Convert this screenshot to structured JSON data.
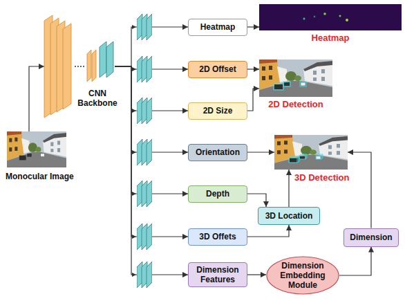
{
  "diagram": {
    "nodes": [
      {
        "text": [
          "CNN Backbone"
        ]
      },
      {
        "text": [
          "Monocular Image"
        ]
      },
      {
        "text": [
          "Heatmap"
        ]
      },
      {
        "text": [
          "Heatmap"
        ]
      },
      {
        "text": [
          "2D Offset"
        ]
      },
      {
        "text": [
          "2D Detection"
        ]
      },
      {
        "text": [
          "2D Size"
        ]
      },
      {
        "text": [
          "Orientation"
        ]
      },
      {
        "text": [
          "3D Detection"
        ]
      },
      {
        "text": [
          "Depth"
        ]
      },
      {
        "text": [
          "3D Location"
        ]
      },
      {
        "text": [
          "3D Offets"
        ]
      },
      {
        "text": [
          "Dimension"
        ]
      },
      {
        "text": [
          "Dimension Features"
        ]
      },
      {
        "text": [
          "Dimension Embedding Module"
        ]
      }
    ],
    "edges": [
      {
        "from": 1,
        "to": 0,
        "arrow": "to"
      },
      {
        "from": 0,
        "to": 2,
        "arrow": "to"
      },
      {
        "from": 0,
        "to": 4,
        "arrow": "to"
      },
      {
        "from": 0,
        "to": 6,
        "arrow": "to"
      },
      {
        "from": 0,
        "to": 7,
        "arrow": "to"
      },
      {
        "from": 0,
        "to": 9,
        "arrow": "to"
      },
      {
        "from": 0,
        "to": 11,
        "arrow": "to"
      },
      {
        "from": 0,
        "to": 13,
        "arrow": "to"
      },
      {
        "from": 2,
        "to": 3,
        "arrow": "to"
      },
      {
        "from": 4,
        "to": 5,
        "arrow": "to"
      },
      {
        "from": 6,
        "to": 5,
        "arrow": "to"
      },
      {
        "from": 7,
        "to": 8,
        "arrow": "to"
      },
      {
        "from": 9,
        "to": 10,
        "arrow": "to"
      },
      {
        "from": 11,
        "to": 10,
        "arrow": "to"
      },
      {
        "from": 10,
        "to": 8,
        "arrow": "to"
      },
      {
        "from": 13,
        "to": 14,
        "arrow": "to"
      },
      {
        "from": 14,
        "to": 12,
        "arrow": "to"
      },
      {
        "from": 12,
        "to": 8,
        "arrow": "to"
      }
    ]
  }
}
